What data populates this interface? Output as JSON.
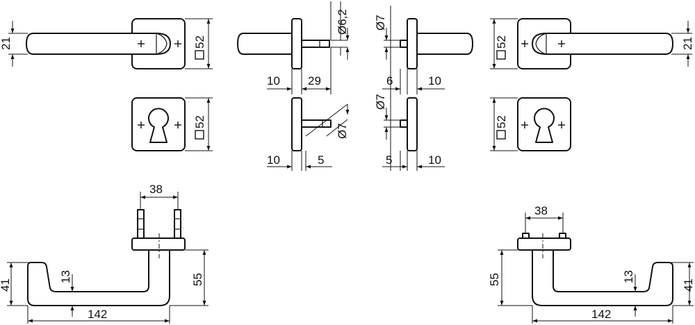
{
  "dimensions": {
    "rose_square_left": "52",
    "rose_square_right": "52",
    "escutcheon_square_left": "52",
    "escutcheon_square_right": "52",
    "lever_height_left": "21",
    "lever_height_right": "21",
    "spindle_diameter": "Ø6,2",
    "screw_diameter_top": "Ø7",
    "screw_diameter_bottom_left": "Ø7",
    "screw_diameter_bottom_right": "Ø7",
    "rose_thickness_a": "10",
    "spindle_offset": "29",
    "rose_thickness_b": "10",
    "screw_offset_a": "6",
    "rose_thickness_c": "10",
    "escutcheon_depth_a": "5",
    "rose_thickness_d": "10",
    "escutcheon_depth_b": "5",
    "pin_spacing_left": "38",
    "pin_spacing_right": "38",
    "lever_thickness_left": "13",
    "lever_thickness_right": "13",
    "lever_drop_left": "41",
    "lever_drop_right": "41",
    "lever_height_total_left": "55",
    "lever_height_total_right": "55",
    "lever_length_left": "142",
    "lever_length_right": "142"
  },
  "colors": {
    "line": "#111111",
    "background": "#ffffff"
  }
}
